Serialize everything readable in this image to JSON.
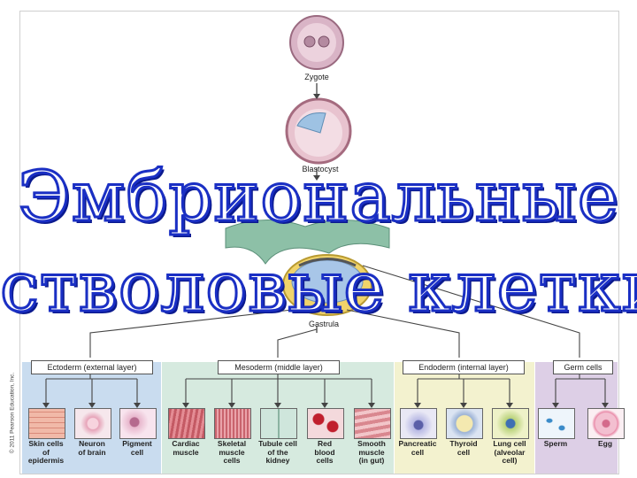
{
  "stages": {
    "zygote": "Zygote",
    "blastocyst": "Blastocyst",
    "gastrula": "Gastrula"
  },
  "title": {
    "line1": "Эмбриональные",
    "line2": "стволовые клетки"
  },
  "credit": "© 2011 Pearson Education, Inc.",
  "layers": {
    "ectoderm": {
      "title": "Ectoderm (external layer)",
      "color": "#c9dcef"
    },
    "mesoderm": {
      "title": "Mesoderm (middle layer)",
      "color": "#d6eadf"
    },
    "endoderm": {
      "title": "Endoderm (internal layer)",
      "color": "#f3f2cf"
    },
    "germ": {
      "title": "Germ cells",
      "color": "#ddcfe6"
    }
  },
  "cells": [
    {
      "label": "Skin cells\nof\nepidermis"
    },
    {
      "label": "Neuron\nof brain"
    },
    {
      "label": "Pigment\ncell"
    },
    {
      "label": "Cardiac\nmuscle"
    },
    {
      "label": "Skeletal\nmuscle\ncells"
    },
    {
      "label": "Tubule cell\nof the\nkidney"
    },
    {
      "label": "Red\nblood\ncells"
    },
    {
      "label": "Smooth\nmuscle\n(in gut)"
    },
    {
      "label": "Pancreatic\ncell"
    },
    {
      "label": "Thyroid\ncell"
    },
    {
      "label": "Lung cell\n(alveolar\ncell)"
    },
    {
      "label": "Sperm"
    },
    {
      "label": "Egg"
    }
  ]
}
